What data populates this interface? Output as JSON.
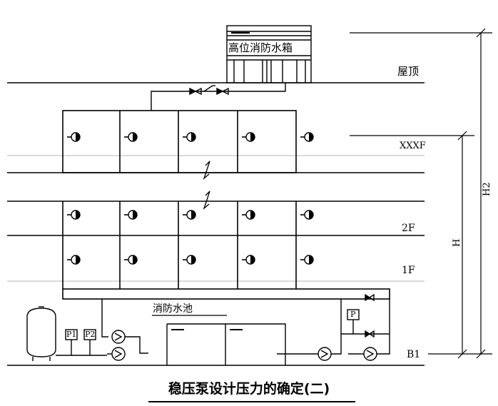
{
  "tank": {
    "label": "高位消防水箱"
  },
  "floors": {
    "roof": "屋顶",
    "top": "XXXF",
    "second": "2F",
    "first": "1F",
    "basement": "B1"
  },
  "dimensions": {
    "h_total": "H2",
    "h_building": "H"
  },
  "pool": {
    "label": "消防水池"
  },
  "gauges": {
    "p1": "P1",
    "p2": "P2",
    "p": "P"
  },
  "caption": "稳压泵设计压力的确定(二)",
  "colors": {
    "line": "#000000",
    "background": "#ffffff",
    "grid": "#b4b4b4"
  }
}
